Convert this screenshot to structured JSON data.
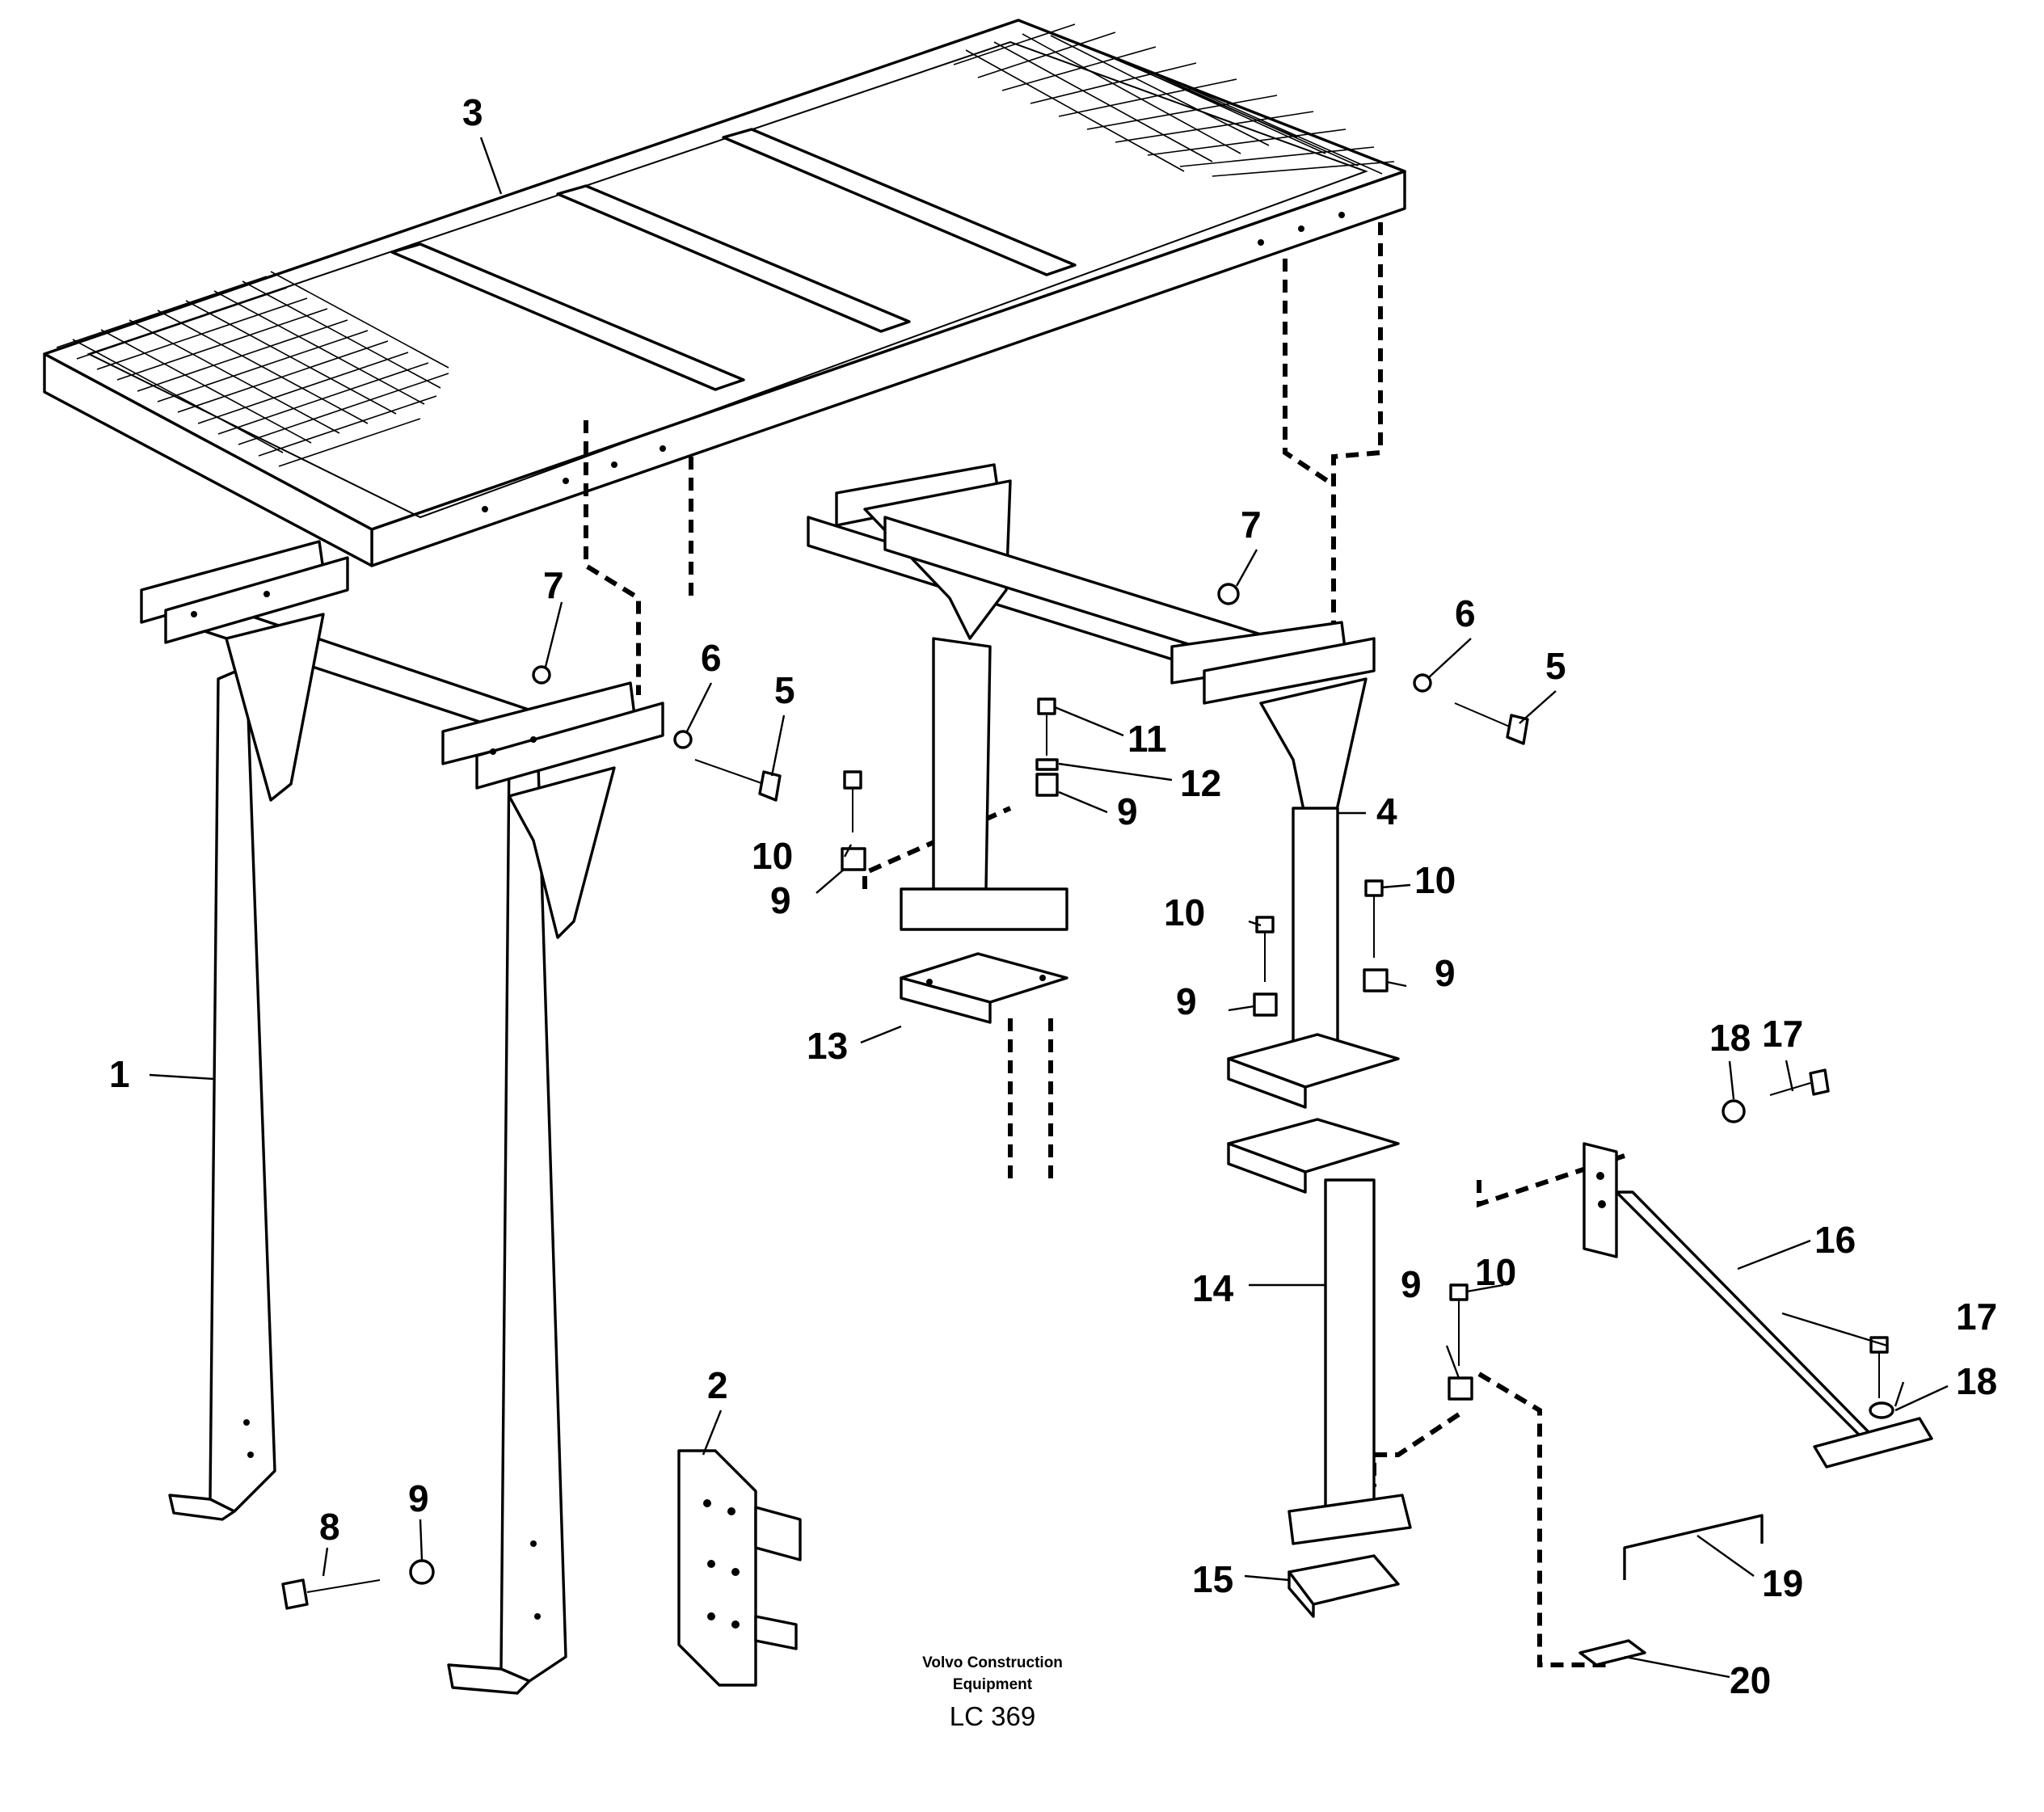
{
  "callouts": [
    {
      "id": "c1",
      "label": "1"
    },
    {
      "id": "c2",
      "label": "2"
    },
    {
      "id": "c3",
      "label": "3"
    },
    {
      "id": "c4",
      "label": "4"
    },
    {
      "id": "c5a",
      "label": "5"
    },
    {
      "id": "c5b",
      "label": "5"
    },
    {
      "id": "c6a",
      "label": "6"
    },
    {
      "id": "c6b",
      "label": "6"
    },
    {
      "id": "c7a",
      "label": "7"
    },
    {
      "id": "c7b",
      "label": "7"
    },
    {
      "id": "c8",
      "label": "8"
    },
    {
      "id": "c9a",
      "label": "9"
    },
    {
      "id": "c9b",
      "label": "9"
    },
    {
      "id": "c9c",
      "label": "9"
    },
    {
      "id": "c9d",
      "label": "9"
    },
    {
      "id": "c9e",
      "label": "9"
    },
    {
      "id": "c9f",
      "label": "9"
    },
    {
      "id": "c10a",
      "label": "10"
    },
    {
      "id": "c10b",
      "label": "10"
    },
    {
      "id": "c10c",
      "label": "10"
    },
    {
      "id": "c10d",
      "label": "10"
    },
    {
      "id": "c11",
      "label": "11"
    },
    {
      "id": "c12",
      "label": "12"
    },
    {
      "id": "c13",
      "label": "13"
    },
    {
      "id": "c14",
      "label": "14"
    },
    {
      "id": "c15",
      "label": "15"
    },
    {
      "id": "c16",
      "label": "16"
    },
    {
      "id": "c17a",
      "label": "17"
    },
    {
      "id": "c17b",
      "label": "17"
    },
    {
      "id": "c18a",
      "label": "18"
    },
    {
      "id": "c18b",
      "label": "18"
    },
    {
      "id": "c19",
      "label": "19"
    },
    {
      "id": "c20",
      "label": "20"
    }
  ],
  "caption": {
    "line1": "Volvo Construction",
    "line2": "Equipment",
    "code": "LC 369"
  }
}
